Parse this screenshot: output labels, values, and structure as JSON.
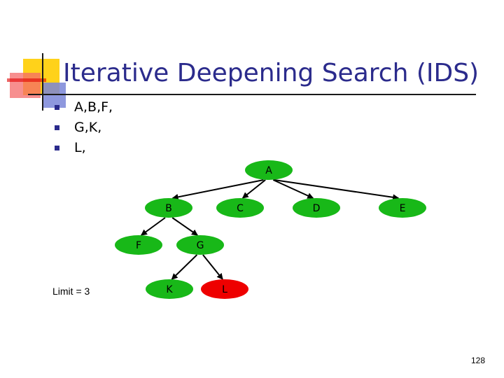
{
  "slide": {
    "title": "Iterative Deepening Search (IDS)",
    "bullets": [
      "A,B,F,",
      "G,K,",
      "L,"
    ],
    "limit_label": "Limit = 3",
    "page_number": "128"
  },
  "tree": {
    "nodes": [
      {
        "id": "A",
        "label": "A",
        "status": "visited"
      },
      {
        "id": "B",
        "label": "B",
        "status": "visited"
      },
      {
        "id": "C",
        "label": "C",
        "status": "visited"
      },
      {
        "id": "D",
        "label": "D",
        "status": "visited"
      },
      {
        "id": "E",
        "label": "E",
        "status": "visited"
      },
      {
        "id": "F",
        "label": "F",
        "status": "visited"
      },
      {
        "id": "G",
        "label": "G",
        "status": "visited"
      },
      {
        "id": "K",
        "label": "K",
        "status": "visited"
      },
      {
        "id": "L",
        "label": "L",
        "status": "current"
      }
    ],
    "edges": [
      {
        "from": "A",
        "to": "B"
      },
      {
        "from": "A",
        "to": "C"
      },
      {
        "from": "A",
        "to": "D"
      },
      {
        "from": "A",
        "to": "E"
      },
      {
        "from": "B",
        "to": "F"
      },
      {
        "from": "B",
        "to": "G"
      },
      {
        "from": "G",
        "to": "K"
      },
      {
        "from": "G",
        "to": "L"
      }
    ],
    "colors": {
      "visited": "#18b818",
      "current": "#ee0000",
      "edge": "#000000"
    }
  }
}
